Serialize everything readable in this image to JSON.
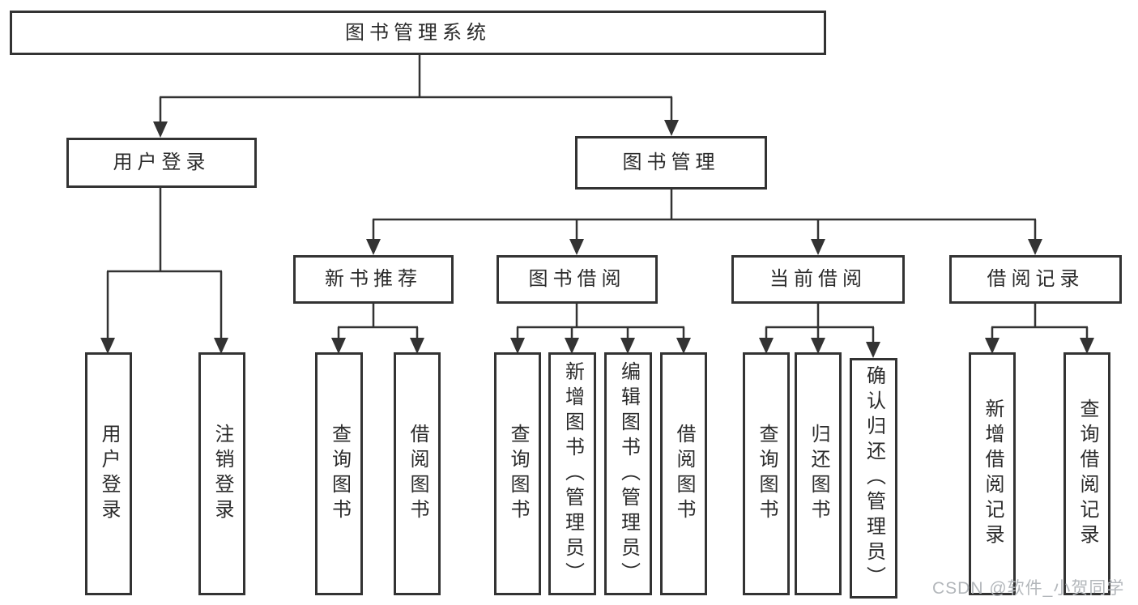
{
  "tree": {
    "root": {
      "label": "图书管理系统"
    },
    "branches": [
      {
        "label": "用户登录",
        "children": [
          {
            "label": "用户登录"
          },
          {
            "label": "注销登录"
          }
        ]
      },
      {
        "label": "图书管理",
        "children": [
          {
            "label": "新书推荐",
            "children": [
              {
                "label": "查询图书"
              },
              {
                "label": "借阅图书"
              }
            ]
          },
          {
            "label": "图书借阅",
            "children": [
              {
                "label": "查询图书"
              },
              {
                "label": "新增图书（管理员）"
              },
              {
                "label": "编辑图书（管理员）"
              },
              {
                "label": "借阅图书"
              }
            ]
          },
          {
            "label": "当前借阅",
            "children": [
              {
                "label": "查询图书"
              },
              {
                "label": "归还图书"
              },
              {
                "label": "确认归还（管理员）"
              }
            ]
          },
          {
            "label": "借阅记录",
            "children": [
              {
                "label": "新增借阅记录"
              },
              {
                "label": "查询借阅记录"
              }
            ]
          }
        ]
      }
    ]
  },
  "watermark": {
    "text": "CSDN @软件_小贺同学"
  },
  "colors": {
    "line": "#333333",
    "box_border": "#333333",
    "text": "#2b2b2b",
    "background": "#ffffff",
    "watermark": "#b3b7bb"
  }
}
